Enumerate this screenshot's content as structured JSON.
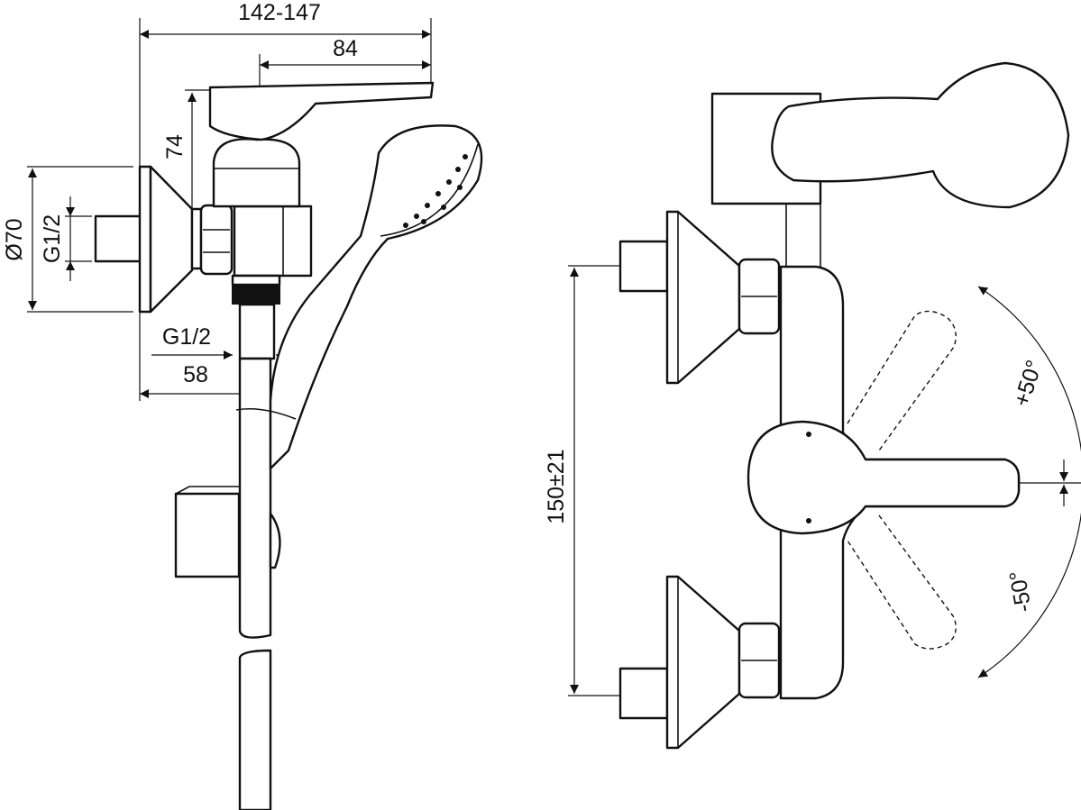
{
  "dimensions": {
    "overall_length": "142-147",
    "lever_length": "84",
    "height": "74",
    "rosette_diameter": "Ø70",
    "inlet_thread": "G1/2",
    "outlet_thread": "G1/2",
    "outlet_offset": "58",
    "center_distance": "150±21",
    "rotation_plus": "+50°",
    "rotation_minus": "-50°"
  }
}
